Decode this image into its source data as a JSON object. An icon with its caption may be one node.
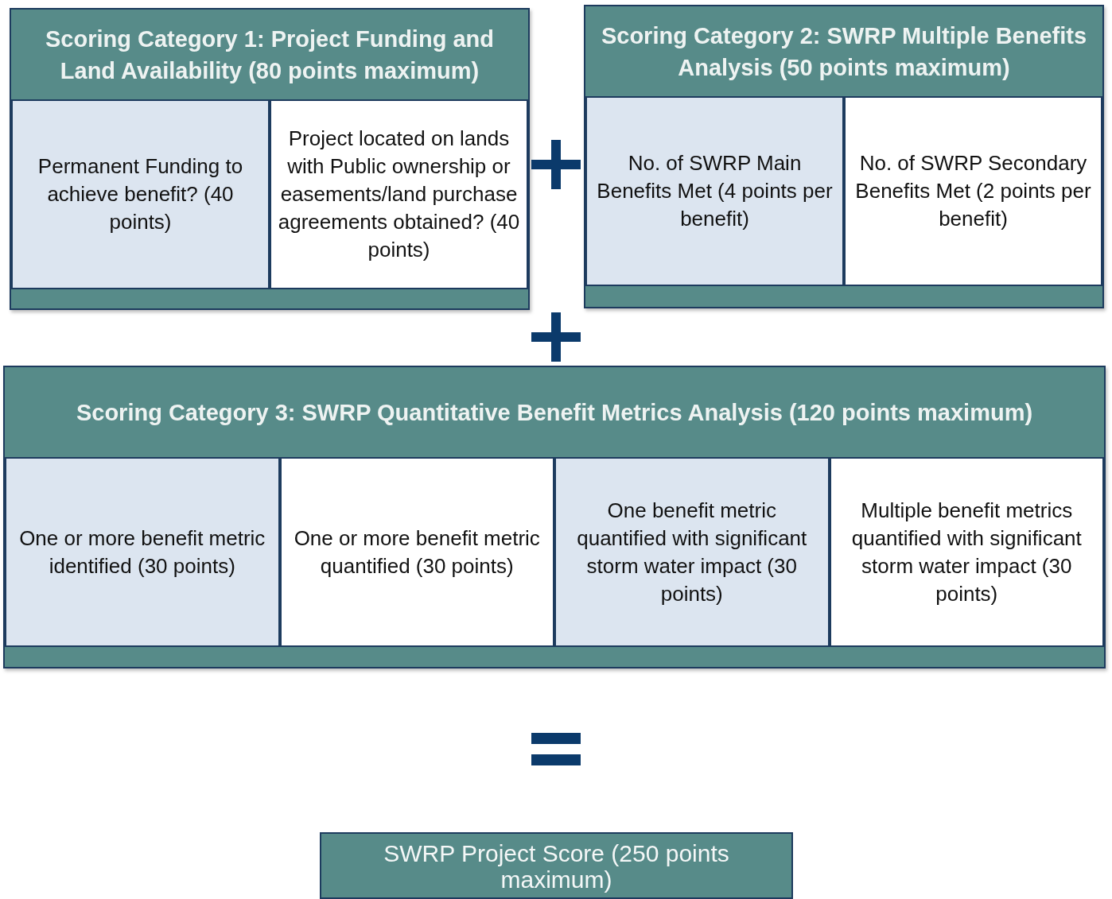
{
  "diagram": {
    "nodes": [
      {
        "text": [
          "Scoring Category 1: Project Funding and Land Availability (80 points maximum)"
        ]
      },
      {
        "text": [
          "Permanent Funding to achieve benefit? (40 points)"
        ],
        "in": 0
      },
      {
        "text": [
          "Project located on lands with Public ownership or easements/land purchase agreements obtained? (40 points)"
        ],
        "in": 0
      },
      {
        "text": [
          "Scoring Category 2: SWRP Multiple Benefits Analysis (50 points maximum)"
        ]
      },
      {
        "text": [
          "No. of SWRP Main Benefits Met (4 points per benefit)"
        ],
        "in": 3
      },
      {
        "text": [
          "No. of SWRP Secondary Benefits Met (2 points per benefit)"
        ],
        "in": 3
      },
      {
        "text": [
          "Scoring Category 3: SWRP Quantitative Benefit Metrics Analysis (120 points maximum)"
        ]
      },
      {
        "text": [
          "One or more benefit metric identified (30 points)"
        ],
        "in": 6
      },
      {
        "text": [
          "One or more benefit metric quantified (30 points)"
        ],
        "in": 6
      },
      {
        "text": [
          "One benefit metric quantified with significant storm water impact (30 points)"
        ],
        "in": 6
      },
      {
        "text": [
          "Multiple benefit metrics quantified with significant storm water impact (30 points)"
        ],
        "in": 6
      },
      {
        "text": [
          "SWRP Project Score (250 points maximum)"
        ]
      }
    ]
  }
}
